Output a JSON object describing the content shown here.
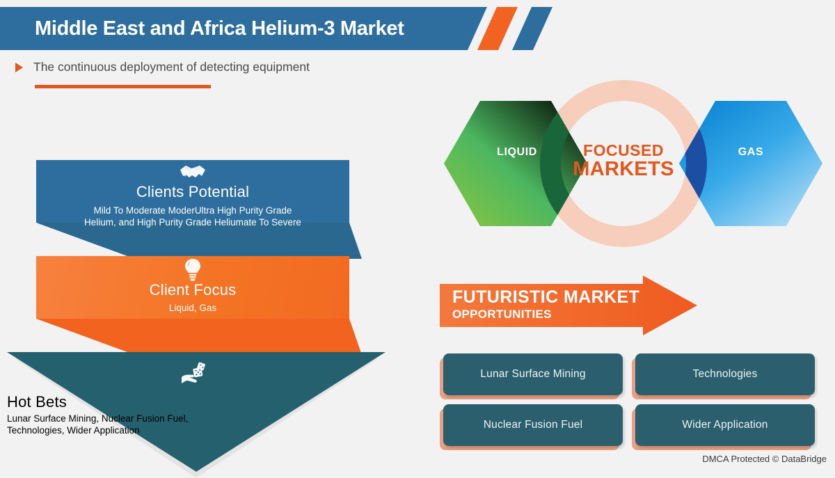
{
  "header": {
    "title": "Middle East and Africa Helium-3 Market",
    "bar_color": "#2d6e9e",
    "stripe_color": "#f26322"
  },
  "subtitle": {
    "bullet_icon": "triangle-right-icon",
    "text": "The continuous deployment of detecting equipment",
    "rule_color": "#e2571e"
  },
  "funnel": {
    "bands": [
      {
        "icon": "handshake-icon",
        "title": "Clients Potential",
        "line1": "Mild To Moderate  ModerUltra High Purity Grade",
        "line2": "Helium, and High Purity Grade Heliumate To Severe",
        "color": "#2d6e9e"
      },
      {
        "icon": "lightbulb-icon",
        "title": "Client Focus",
        "line1": "Liquid, Gas",
        "line2": "",
        "color": "#f47425"
      },
      {
        "icon": "hand-dice-icon",
        "title": "Hot Bets",
        "line1": "Lunar Surface Mining, Nuclear Fusion Fuel,",
        "line2": "Technologies, Wider Application",
        "color": "#24606e"
      }
    ]
  },
  "focus_graphic": {
    "ring_color": "#f7cdbc",
    "center_line1": "FOCUSED",
    "center_line2": "MARKETS",
    "center_color": "#e2571e",
    "left_hex": {
      "label": "LIQUID",
      "color_from": "#7ac143",
      "color_to": "#1ea97c",
      "shade": "#1b6b3a"
    },
    "right_hex": {
      "label": "GAS",
      "color_from": "#0a87d8",
      "color_to": "#a7d8f5",
      "shade": "#1a4fa0"
    }
  },
  "arrow_banner": {
    "line1": "FUTURISTIC MARKET",
    "line2": "OPPORTUNITIES",
    "color": "#f2682a"
  },
  "cards": [
    {
      "label": "Lunar Surface Mining"
    },
    {
      "label": "Technologies"
    },
    {
      "label": "Nuclear Fusion Fuel"
    },
    {
      "label": "Wider Application"
    }
  ],
  "footer": {
    "text": "DMCA Protected © DataBridge"
  }
}
